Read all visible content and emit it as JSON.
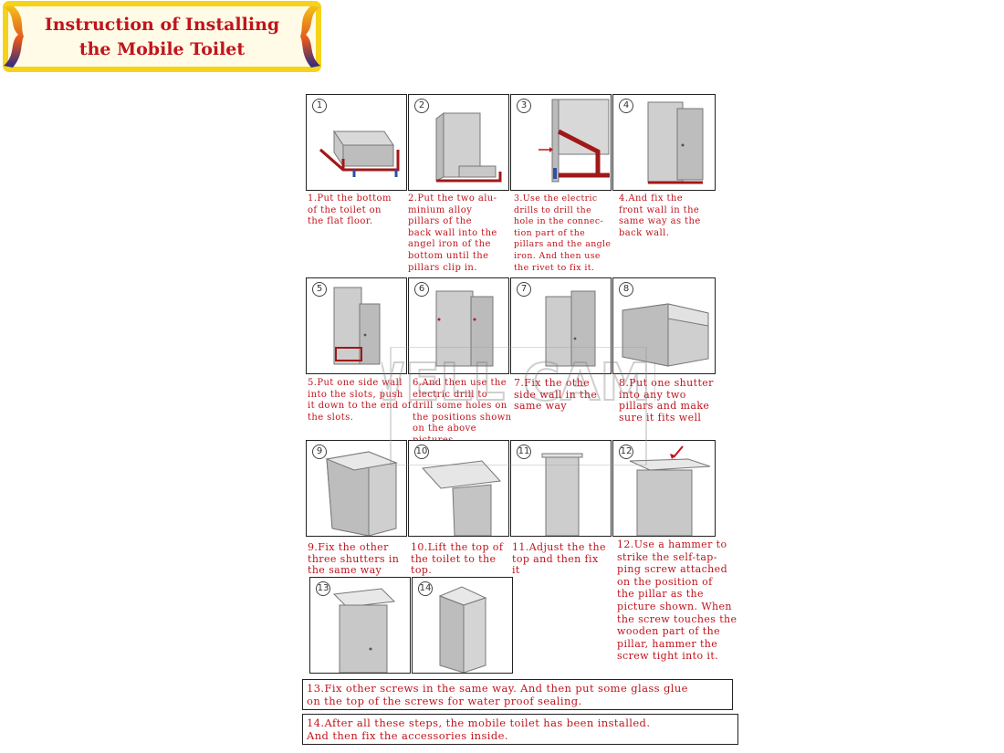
{
  "title": {
    "line1": "Instruction of Installing",
    "line2": "the Mobile Toilet"
  },
  "watermark": "WELL CAMP",
  "steps": [
    {
      "num": "1",
      "caption": "1.Put the bottom\nof the toilet on\nthe flat floor."
    },
    {
      "num": "2",
      "caption": "2.Put the two alu-\nminium alloy\npillars of the\nback wall into the\nangel iron of the\nbottom until the\npillars clip in."
    },
    {
      "num": "3",
      "caption": "3.Use the electric\ndrills to drill the\nhole in the connec-\ntion part of the\npillars and the angle\niron. And then use\nthe rivet to fix it."
    },
    {
      "num": "4",
      "caption": "4.And fix the\nfront wall in the\nsame way as the\nback wall."
    },
    {
      "num": "5",
      "caption": "5.Put one side wall\ninto the slots, push\nit down to the end of\nthe slots."
    },
    {
      "num": "6",
      "caption": "6.And then use the\nelectric drill to\ndrill some holes on\nthe positions shown\non the above\npictures."
    },
    {
      "num": "7",
      "caption": "7.Fix the othe\nside wall in the\nsame way"
    },
    {
      "num": "8",
      "caption": "8.Put one shutter\ninto any two\npillars and make\nsure it fits well"
    },
    {
      "num": "9",
      "caption": "9.Fix the other\nthree shutters in\nthe same way"
    },
    {
      "num": "10",
      "caption": "10.Lift the top of\nthe toilet to the\ntop."
    },
    {
      "num": "11",
      "caption": "11.Adjust the the\ntop and  then fix\nit"
    },
    {
      "num": "12",
      "caption": "12.Use a hammer to\nstrike the self-tap-\nping screw attached\non the position of\nthe pillar as the\npicture shown. When\nthe screw touches the\nwooden part of the\npillar, hammer the\nscrew tight into it."
    },
    {
      "num": "13",
      "caption": ""
    },
    {
      "num": "14",
      "caption": ""
    }
  ],
  "notes": {
    "n13": "13.Fix other screws in the same way. And then put some glass glue\non the top of the screws for water proof sealing.",
    "n14": "14.After all these steps, the mobile toilet has been installed.\nAnd then fix the accessories inside."
  },
  "colors": {
    "caption_red": "#c0141c",
    "frame_red": "#a01818",
    "banner_yellow": "#f7d21a",
    "banner_blue": "#2a2a8a"
  }
}
